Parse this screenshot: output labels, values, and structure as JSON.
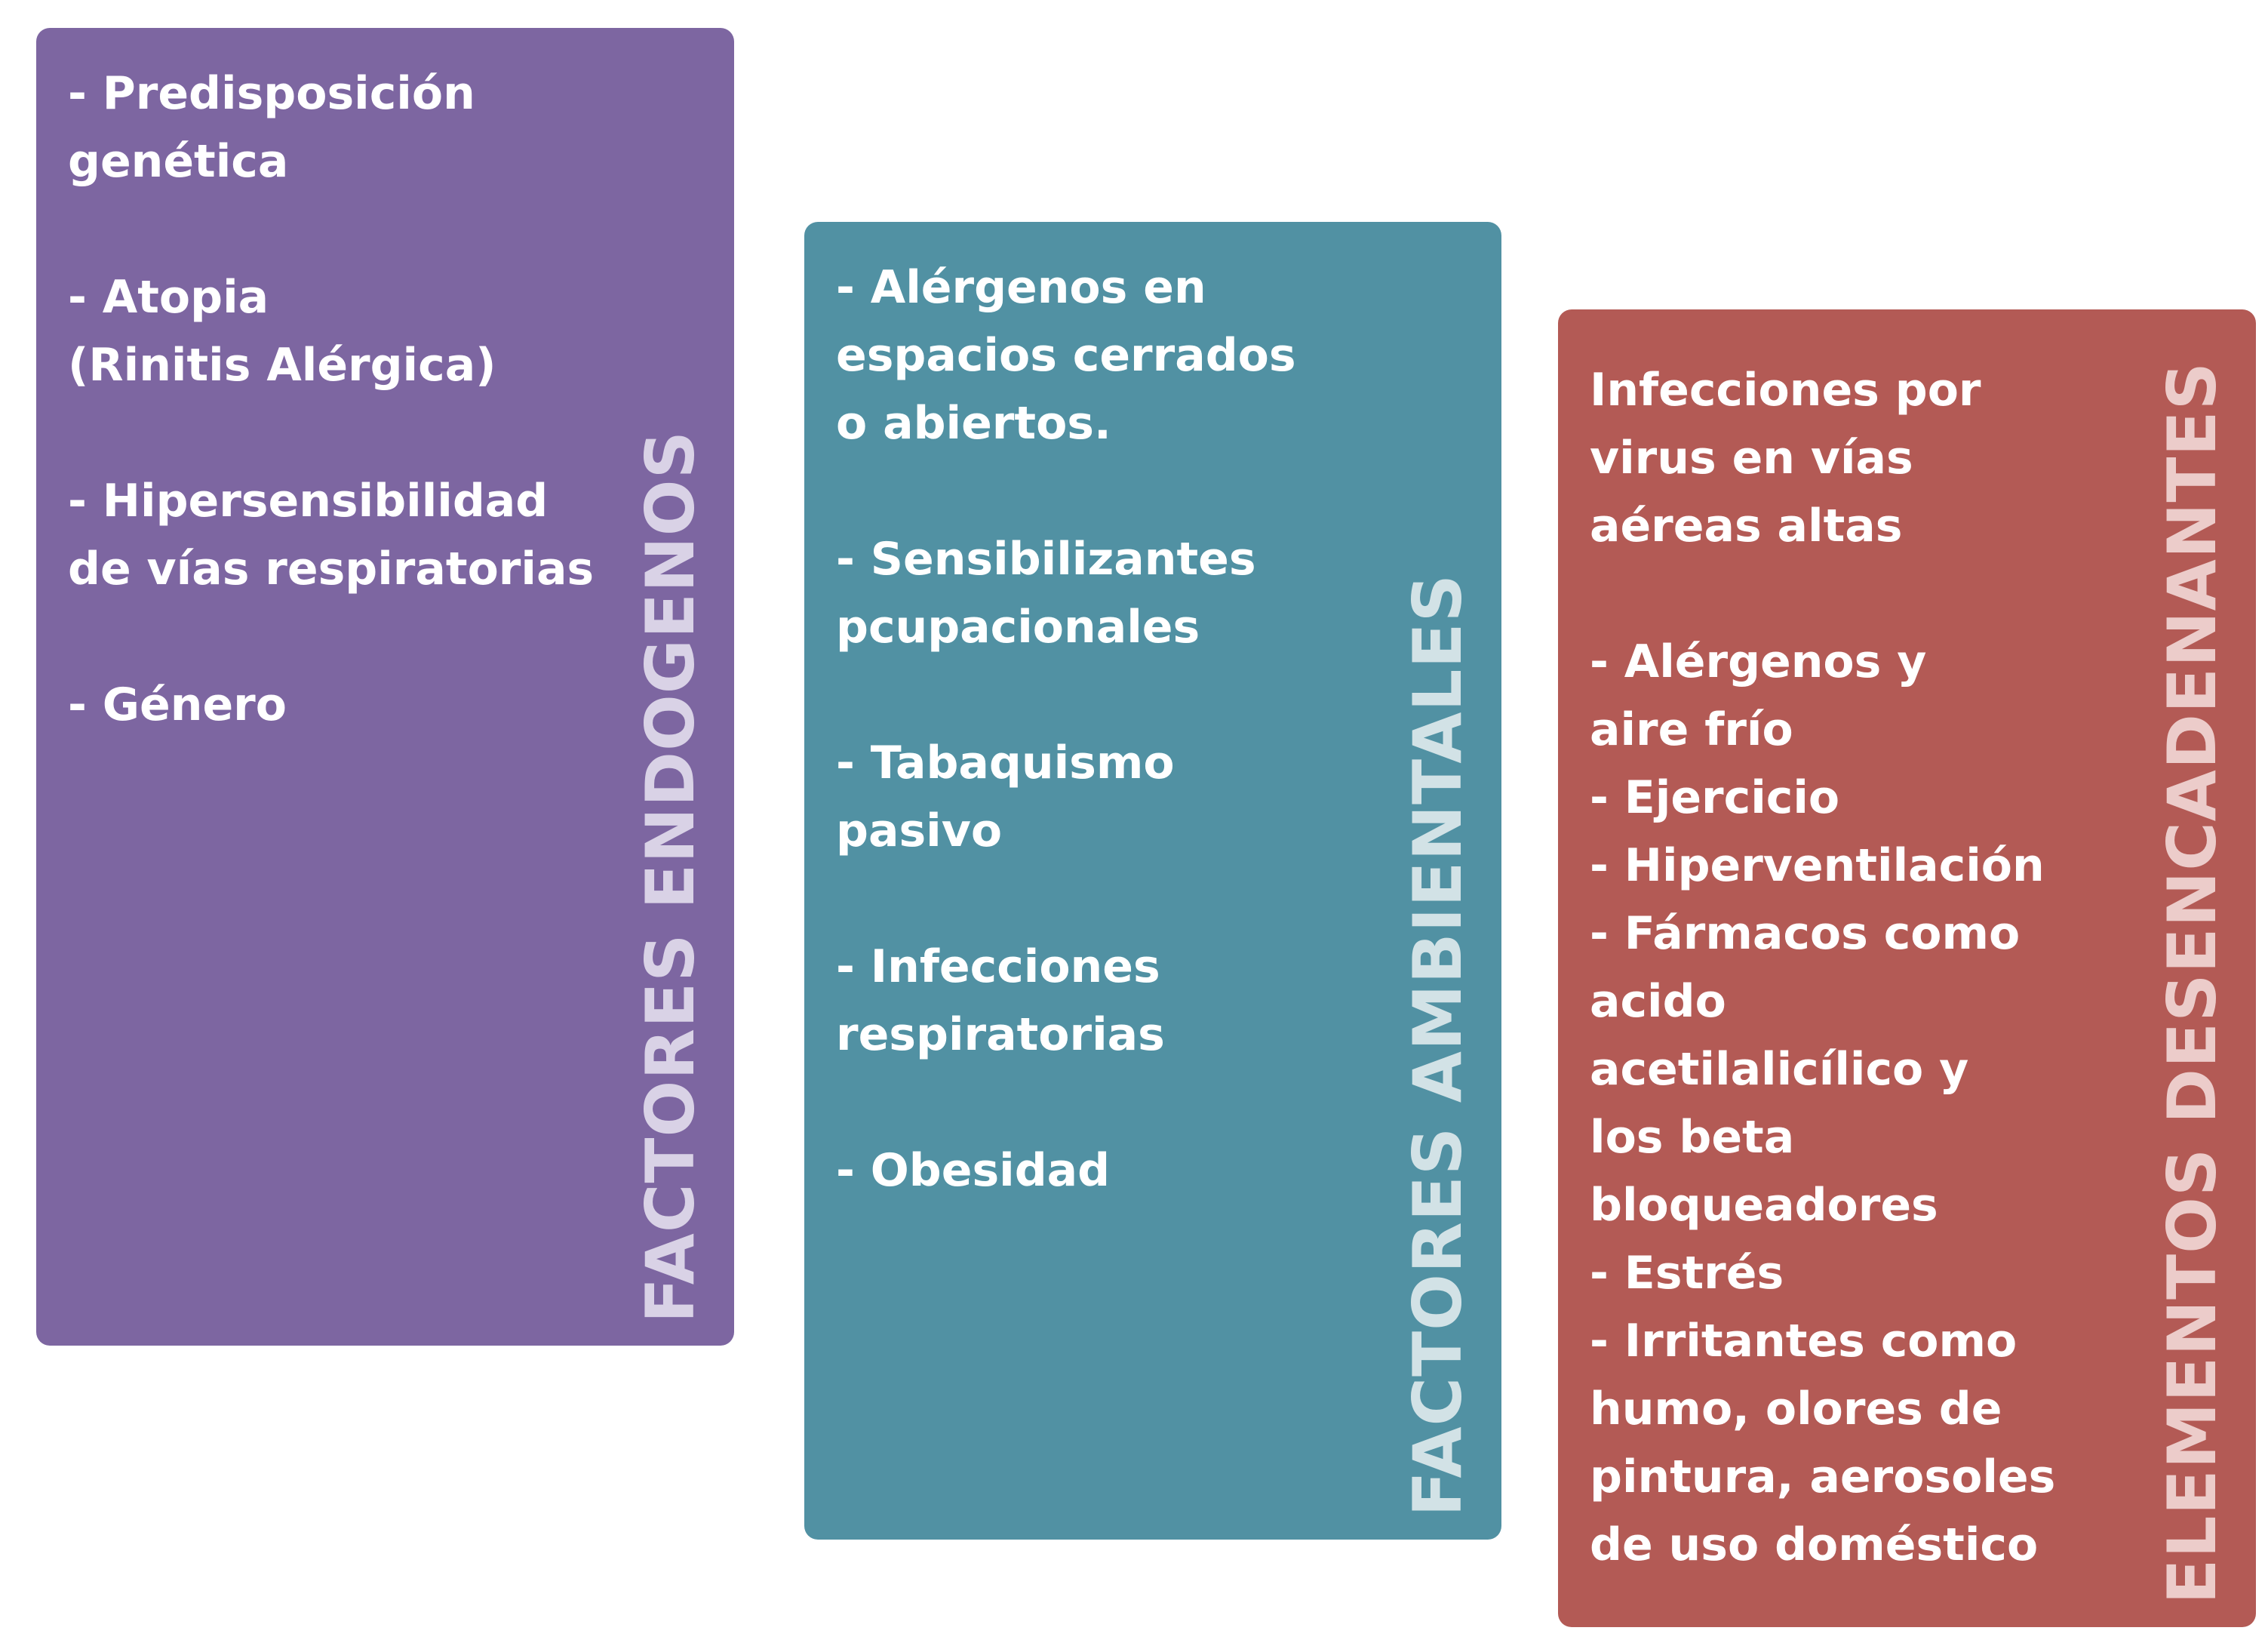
{
  "cards": [
    {
      "title": "FACTORES ENDOGENOS",
      "text": "- Predisposición\ngenética\n\n- Atopia\n(Rinitis Alérgica)\n\n- Hipersensibilidad\nde vías respiratorias\n\n- Género",
      "bg_color": "#7d66a1",
      "title_color": "#d9d2e6"
    },
    {
      "title": "FACTORES AMBIENTALES",
      "text": "- Alérgenos en\nespacios cerrados\no abiertos.\n\n- Sensibilizantes\npcupacionales\n\n- Tabaquismo\npasivo\n\n- Infecciones\nrespiratorias\n\n- Obesidad",
      "bg_color": "#5191a3",
      "title_color": "#d2e2e6"
    },
    {
      "title": "ELEMENTOS DESENCADENANTES",
      "text": "Infecciones por\nvirus en vías\naéreas altas\n\n- Alérgenos y\naire frío\n- Ejercicio\n- Hiperventilación\n- Fármacos como\nacido\nacetilalicílico y\nlos beta\nbloqueadores\n- Estrés\n- Irritantes como\nhumo, olores de\npintura, aerosoles\nde uso doméstico",
      "bg_color": "#b35a55",
      "title_color": "#ecccca"
    }
  ]
}
